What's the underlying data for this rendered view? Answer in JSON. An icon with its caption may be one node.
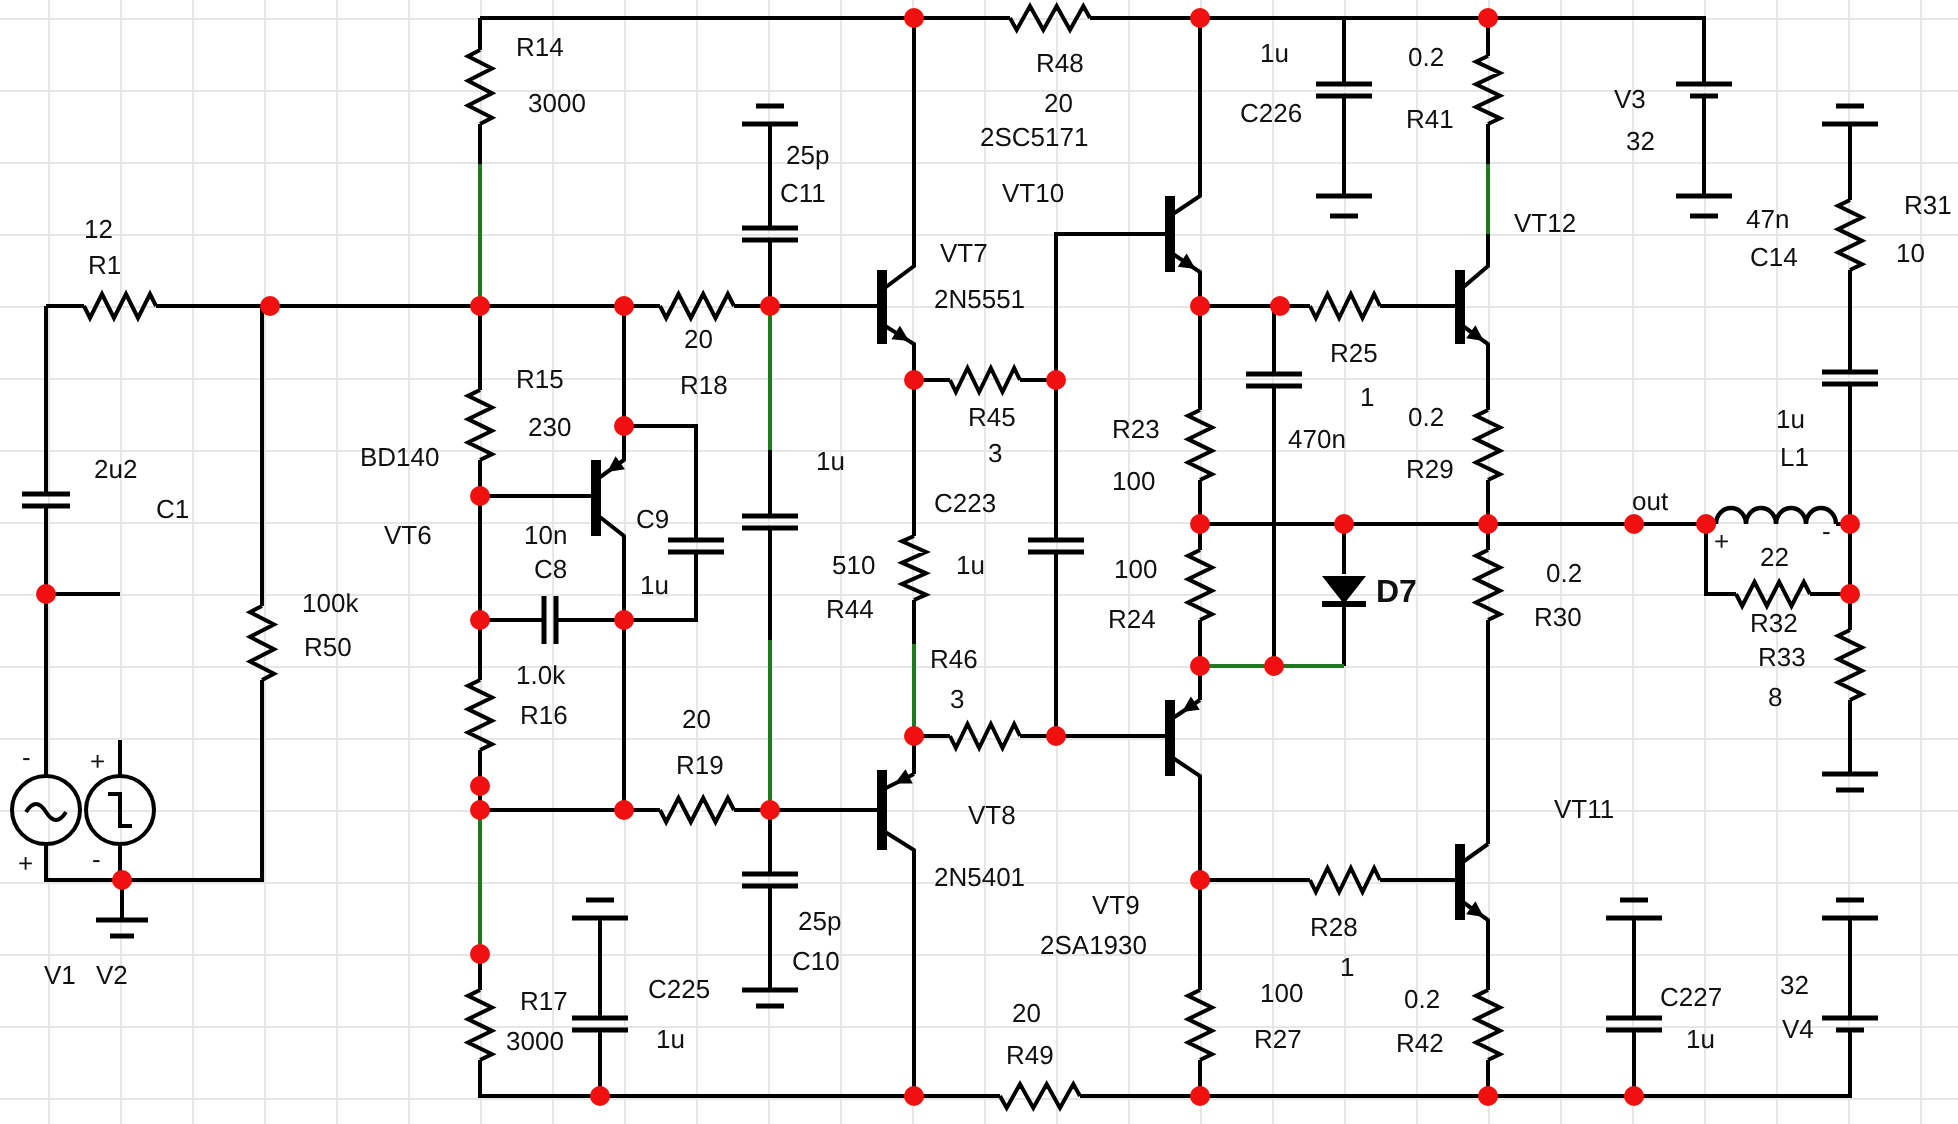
{
  "diagram": {
    "labels": [
      "R14",
      "1u",
      "0.2",
      "R48",
      "3000",
      "20",
      "V3",
      "C226",
      "R41",
      "2SC5171",
      "32",
      "25p",
      "C11",
      "VT10",
      "R31",
      "47n",
      "VT12",
      "12",
      "VT7",
      "C14",
      "10",
      "R1",
      "2N5551",
      "20",
      "R25",
      "R15",
      "R18",
      "1",
      "R45",
      "0.2",
      "230",
      "R23",
      "1u",
      "470n",
      "3",
      "BD140",
      "1u",
      "L1",
      "2u2",
      "R29",
      "100",
      "out",
      "C223",
      "C1",
      "C9",
      "VT6",
      "10n",
      "+",
      "-",
      "22",
      "C8",
      "510",
      "1u",
      "100",
      "0.2",
      "1u",
      "D7",
      "100k",
      "R44",
      "R32",
      "R24",
      "R30",
      "R50",
      "R33",
      "R46",
      "1.0k",
      "3",
      "8",
      "R16",
      "20",
      "R19",
      "-",
      "+",
      "VT11",
      "VT8",
      "+",
      "-",
      "2N5401",
      "R28",
      "VT9",
      "25p",
      "2SA1930",
      "C10",
      "1",
      "V1",
      "V2",
      "32",
      "C225",
      "100",
      "0.2",
      "C227",
      "R17",
      "20",
      "V4",
      "R27",
      "3000",
      "1u",
      "R42",
      "1u",
      "R49"
    ]
  }
}
